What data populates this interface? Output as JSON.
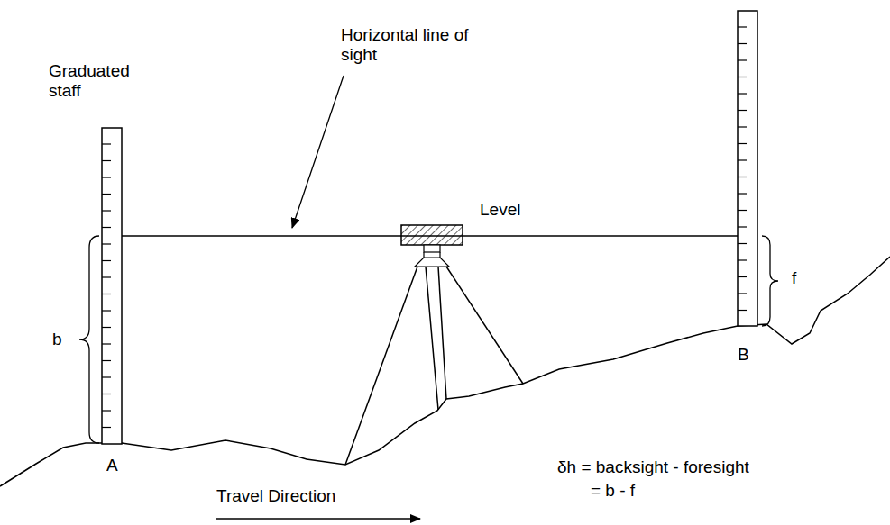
{
  "diagram": {
    "labels": [
      "Graduated staff",
      "Horizontal line of sight",
      "Level",
      "b",
      "f",
      "A",
      "B",
      "δh = backsight - foresight",
      "= b - f",
      "Travel Direction"
    ]
  }
}
